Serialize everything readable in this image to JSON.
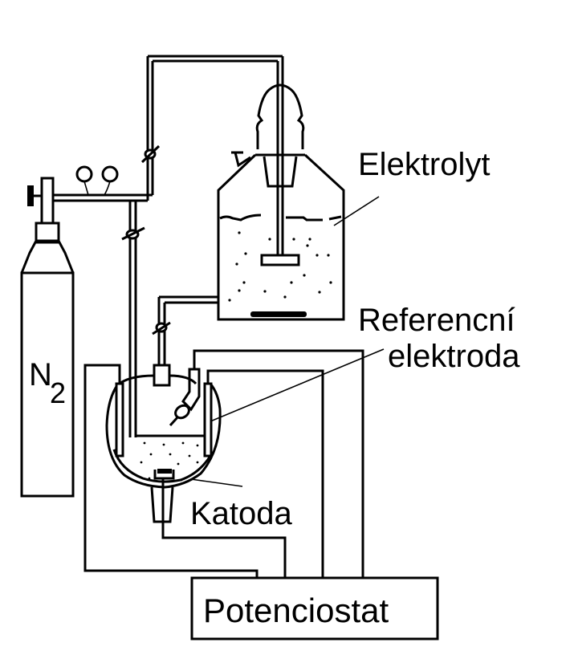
{
  "diagram": {
    "type": "electrochemical-cell-apparatus",
    "colors": {
      "ink": "#000000",
      "background": "#ffffff"
    },
    "labels": {
      "gas_cylinder": "N",
      "gas_cylinder_subscript": "2",
      "electrolyte": "Elektrolyt",
      "reference_electrode_line1": "Referencní",
      "reference_electrode_line2": "elektroda",
      "cathode": "Katoda",
      "potentiostat": "Potenciostat"
    },
    "components": [
      {
        "id": "nitrogen-cylinder",
        "label_key": "gas_cylinder"
      },
      {
        "id": "pressure-gauges",
        "count": 2
      },
      {
        "id": "gas-line-stopcock-upper"
      },
      {
        "id": "gas-line-stopcock-lower"
      },
      {
        "id": "electrolyte-reservoir",
        "label_key": "electrolyte"
      },
      {
        "id": "magnetic-stirrer-bar"
      },
      {
        "id": "reservoir-outlet-stopcock"
      },
      {
        "id": "electrochemical-cell"
      },
      {
        "id": "reference-electrode",
        "label_key": "reference_electrode_line1"
      },
      {
        "id": "cathode",
        "label_key": "cathode"
      },
      {
        "id": "potentiostat",
        "label_key": "potentiostat"
      }
    ]
  }
}
